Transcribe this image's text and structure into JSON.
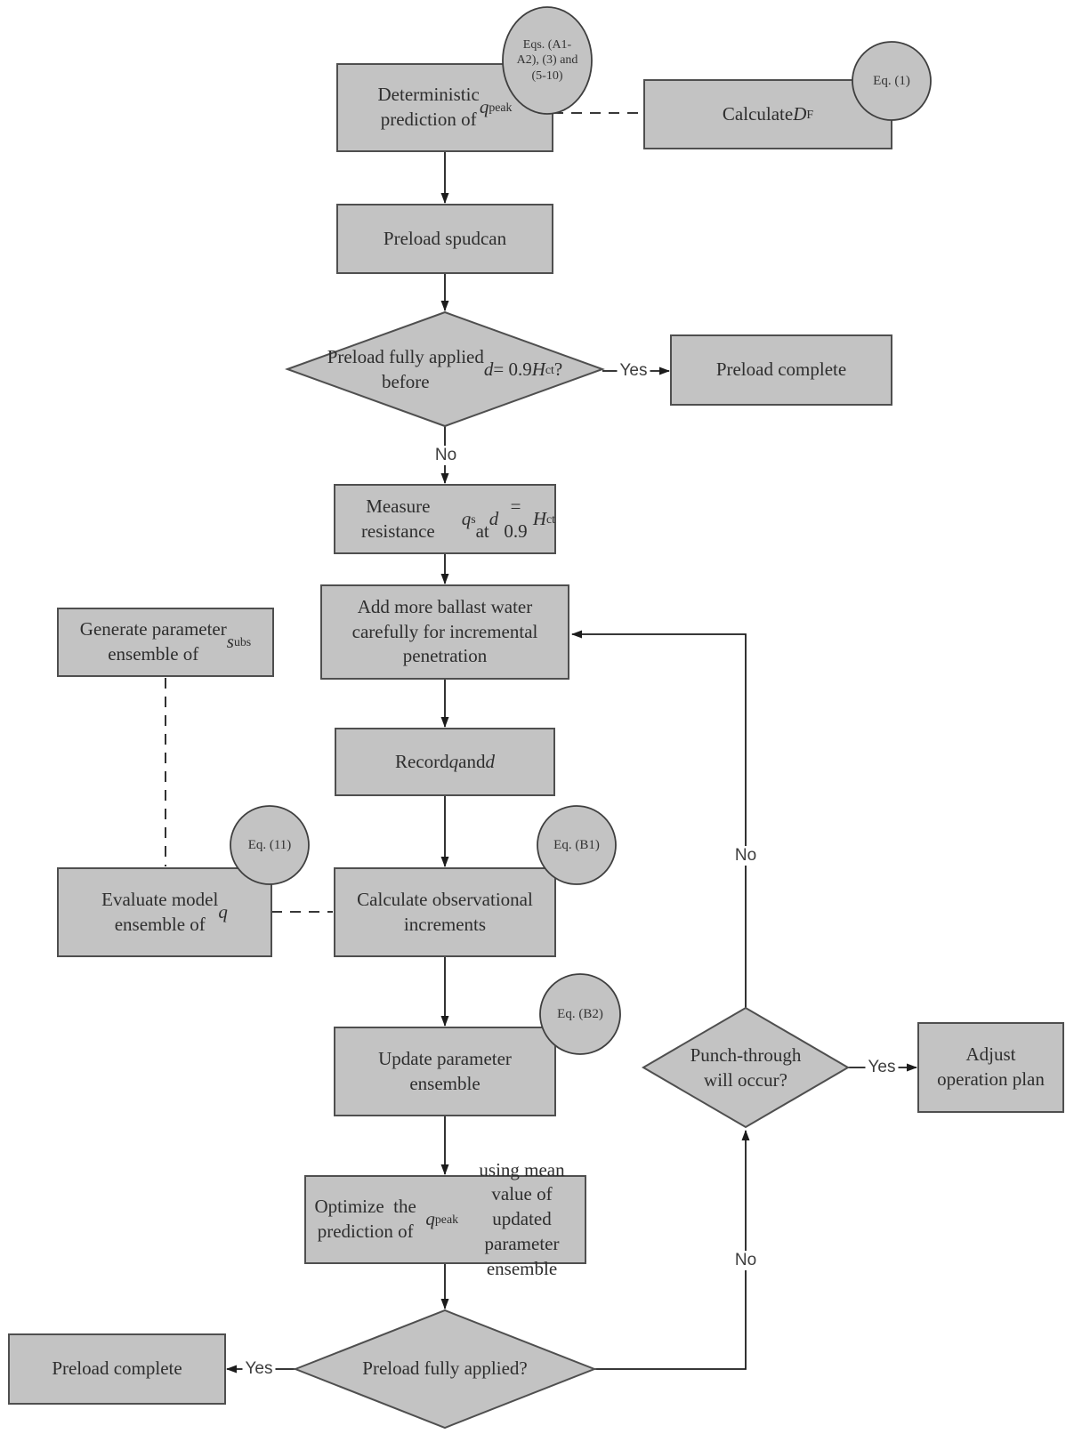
{
  "figure": {
    "type": "flowchart",
    "description": "Flowchart of deterministic prediction and ensemble-updating procedure for spudcan preloading with punch-through check"
  },
  "colors": {
    "background": "#ffffff",
    "shape_fill": "#c3c3c3",
    "shape_border": "#4f4f4f",
    "connector": "#1c1c1c",
    "text": "#2e2e2e"
  },
  "nodes": {
    "deterministic": {
      "shape": "process",
      "label_html": "Deterministic<br>prediction of <i>q</i><sub>peak</sub>"
    },
    "calc_df": {
      "shape": "process",
      "label_html": "Calculate <i>D</i><sub>F</sub>"
    },
    "spudcan": {
      "shape": "process",
      "label_html": "Preload spudcan"
    },
    "preload_complete_top": {
      "shape": "process",
      "label_html": "Preload complete"
    },
    "measure": {
      "shape": "process",
      "label_html": "Measure resistance <i>q</i><sub>s</sub><br>at <i>d</i> = 0.9<i>H</i><sub>ct</sub>"
    },
    "generate": {
      "shape": "process",
      "label_html": "Generate parameter<br>ensemble of <i>s</i><sub>ubs</sub>"
    },
    "ballast": {
      "shape": "process",
      "label_html": "Add more ballast water<br>carefully for incremental<br>penetration"
    },
    "record": {
      "shape": "process",
      "label_html": "Record <i>q</i> and <i>d</i>"
    },
    "evaluate": {
      "shape": "process",
      "label_html": "Evaluate model<br>ensemble of <i>q</i>"
    },
    "calc_obs": {
      "shape": "process",
      "label_html": "Calculate observational<br>increments"
    },
    "update": {
      "shape": "process",
      "label_html": "Update parameter<br>ensemble"
    },
    "optimize": {
      "shape": "process",
      "label_html": "Optimize&nbsp; the prediction of<br><i>q</i><sub>peak</sub> using mean value of<br>updated parameter ensemble"
    },
    "adjust": {
      "shape": "process",
      "label_html": "Adjust<br>operation plan"
    },
    "preload_complete_bottom": {
      "shape": "process",
      "label_html": "Preload complete"
    },
    "decision_preload_before": {
      "shape": "decision",
      "label_html": "Preload fully applied<br>before <i>d</i> = 0.9<i>H</i><sub>ct</sub>?"
    },
    "decision_punch_through": {
      "shape": "decision",
      "label_html": "Punch-through<br>will occur?"
    },
    "decision_preload_full": {
      "shape": "decision",
      "label_html": "Preload fully applied?"
    }
  },
  "eq_notes": {
    "eqs_top": {
      "label_html": "Eqs. (A1-<br>A2), (3) and<br>(5-10)"
    },
    "eq1": {
      "label_html": "Eq. (1)"
    },
    "eq11": {
      "label_html": "Eq. (11)"
    },
    "eqB1": {
      "label_html": "Eq. (B1)"
    },
    "eqB2": {
      "label_html": "Eq. (B2)"
    }
  },
  "edge_labels": {
    "yes": "Yes",
    "no": "No"
  }
}
